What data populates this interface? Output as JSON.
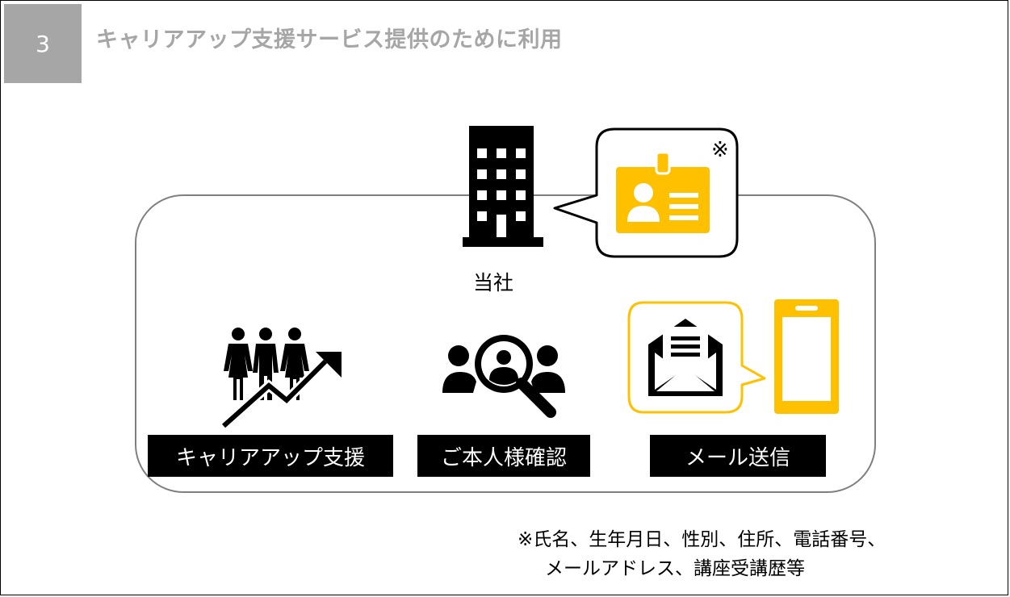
{
  "header": {
    "number": "3",
    "title": "キャリアアップ支援サービス提供のために利用"
  },
  "company": {
    "label": "当社",
    "icon": "building-icon"
  },
  "bubble": {
    "mark": "※",
    "icon": "id-card-icon"
  },
  "captions": {
    "career": "キャリアアップ支援",
    "identity": "ご本人様確認",
    "mail": "メール送信"
  },
  "footnote": {
    "line1": "※氏名、生年月日、性別、住所、電話番号、",
    "line2": "メールアドレス、講座受講歴等"
  },
  "colors": {
    "accent": "#FFC000",
    "header_gray": "#A6A6A6",
    "frame_gray": "#7F7F7F"
  }
}
